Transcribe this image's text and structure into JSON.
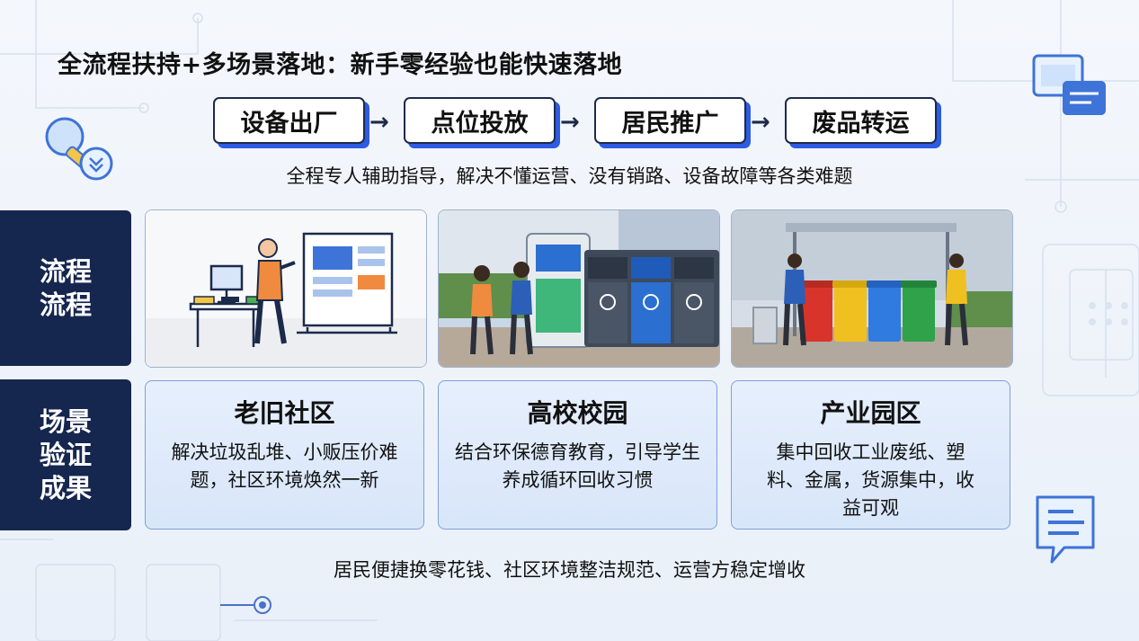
{
  "title": "全流程扶持+多场景落地：新手零经验也能快速落地",
  "flow": {
    "steps": [
      "设备出厂",
      "点位投放",
      "居民推广",
      "废品转运"
    ],
    "arrow": "→",
    "subtitle": "全程专人辅助指导，解决不懂运营、没有销路、设备故障等各类难题"
  },
  "side_labels": {
    "process": "流程流程",
    "scenes": "场景验证成果"
  },
  "photos": [
    {
      "icon": "training-scene-illustration"
    },
    {
      "icon": "recycling-machine-scene"
    },
    {
      "icon": "sorting-bins-scene"
    }
  ],
  "scenes": [
    {
      "title": "老旧社区",
      "desc": "解决垃圾乱堆、小贩压价难题，社区环境焕然一新"
    },
    {
      "title": "高校校园",
      "desc": "结合环保德育教育，引导学生养成循环回收习惯"
    },
    {
      "title": "产业园区",
      "desc": "集中回收工业废纸、塑料、金属，货源集中，收益可观"
    }
  ],
  "bottom_text": "居民便捷换零花钱、社区环境整洁规范、运营方稳定增收",
  "colors": {
    "navy": "#15264f",
    "accent_blue": "#2d5be3",
    "card_bg": "#dde8fa"
  }
}
